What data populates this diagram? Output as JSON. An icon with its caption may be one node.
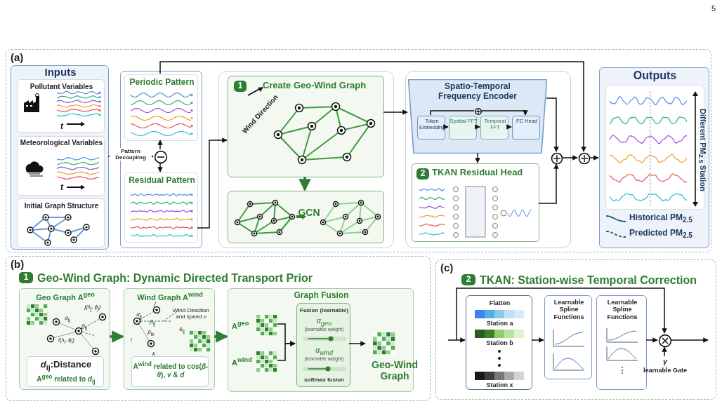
{
  "diagram": {
    "nodes": [
      {
        "text": [
          "(a)"
        ]
      },
      {
        "text": [
          "Inputs"
        ],
        "in": 0
      },
      {
        "text": [
          "Pollutant Variables",
          "t"
        ],
        "in": 1
      },
      {
        "text": [
          "Meteorological Variables",
          "t"
        ],
        "in": 1
      },
      {
        "text": [
          "Initial Graph Structure"
        ],
        "in": 1
      },
      {
        "text": [
          "Periodic Pattern"
        ],
        "in": 0
      },
      {
        "text": [],
        "shape": "circle",
        "in": 0
      },
      {
        "text": [
          "Residual Pattern"
        ],
        "in": 0
      },
      {
        "text": [
          "1",
          "Create Geo-Wind Graph"
        ],
        "in": 0
      },
      {
        "text": [
          "GCN"
        ],
        "in": 0
      },
      {
        "text": [
          "Spatio-Temporal Frequency Encoder"
        ],
        "in": 0
      },
      {
        "text": [
          "Token Embedding"
        ],
        "in": 10
      },
      {
        "text": [
          "Spatial FFT"
        ],
        "in": 10
      },
      {
        "text": [
          "Temporal FFT"
        ],
        "in": 10
      },
      {
        "text": [
          "FC Head"
        ],
        "in": 10
      },
      {
        "text": [],
        "shape": "circle",
        "in": 10
      },
      {
        "text": [
          "2",
          "TKAN Residual Head"
        ],
        "in": 0
      },
      {
        "text": [],
        "shape": "circle",
        "in": 0
      },
      {
        "text": [],
        "shape": "circle",
        "in": 0
      },
      {
        "text": [
          "Outputs",
          "Different PM$_{2.5}$ Station"
        ],
        "in": 0
      },
      {
        "text": [
          "(b)",
          "1",
          "Geo-Wind Graph: Dynamic Directed Transport Prior"
        ]
      },
      {
        "text": [
          "Geo Graph A$^{geo}$"
        ],
        "in": 20
      },
      {
        "text": [
          "*d*$_{ij}$:Distance",
          "A$^{geo}$ related to *d*$_{ij}$"
        ],
        "in": 21
      },
      {
        "text": [
          "Wind Graph A$^{wind}$"
        ],
        "in": 20
      },
      {
        "text": [
          "A$^{wind}$ related to cos(*β*-*θ*), *v* & *d*"
        ],
        "in": 23
      },
      {
        "text": [
          "Graph Fusion"
        ],
        "in": 20
      },
      {
        "text": [
          "Fusion (learnable)",
          "*α*$_{geo}$",
          "(learnable weight)",
          "*α*$_{wind}$",
          "(learnable weight)",
          "softmax fusion"
        ],
        "in": 25
      },
      {
        "text": [
          "A$^{geo}$"
        ],
        "in": 25
      },
      {
        "text": [
          "A$^{wind}$"
        ],
        "in": 25
      },
      {
        "text": [
          "Geo-Wind Graph"
        ],
        "in": 25
      },
      {
        "text": [
          "(c)",
          "2",
          "TKAN: Station-wise Temporal Correction"
        ]
      },
      {
        "text": [
          "Flatten",
          "Station a",
          "Station b",
          "Station x"
        ],
        "in": 30
      },
      {
        "text": [
          "Learnable Spline Functions"
        ],
        "in": 30
      },
      {
        "text": [
          "Learnable Spline Functions"
        ],
        "in": 30
      },
      {
        "text": [],
        "shape": "circle",
        "in": 30
      },
      {
        "text": [
          "*γ*",
          "learnable Gate"
        ],
        "in": 30
      }
    ],
    "edges": [
      {
        "from": 1,
        "to": 6,
        "arrow": "to",
        "label": "Pattern Decoupling"
      },
      {
        "from": 6,
        "to": 5,
        "arrow": "to"
      },
      {
        "from": 6,
        "to": 7,
        "arrow": "to"
      },
      {
        "from": 7,
        "to": 8,
        "arrow": "to"
      },
      {
        "from": 8,
        "to": 9,
        "arrow": "to",
        "style": "thick",
        "color": "#2e7d32"
      },
      {
        "from": 8,
        "to": 10,
        "arrow": "to"
      },
      {
        "from": 11,
        "to": 12,
        "arrow": "to"
      },
      {
        "from": 12,
        "to": 13,
        "arrow": "to"
      },
      {
        "from": 13,
        "to": 14,
        "arrow": "to"
      },
      {
        "from": 11,
        "to": 15,
        "arrow": "none"
      },
      {
        "from": 15,
        "to": 14,
        "arrow": "to"
      },
      {
        "from": 10,
        "to": 16,
        "arrow": "to"
      },
      {
        "from": 10,
        "to": 17,
        "arrow": "to"
      },
      {
        "from": 16,
        "to": 17,
        "arrow": "to"
      },
      {
        "from": 5,
        "to": 18,
        "arrow": "to"
      },
      {
        "from": 17,
        "to": 18,
        "arrow": "to"
      },
      {
        "from": 18,
        "to": 19,
        "arrow": "to"
      },
      {
        "from": 21,
        "to": 23,
        "arrow": "to",
        "style": "thick",
        "color": "#2e7d32"
      },
      {
        "from": 23,
        "to": 25,
        "arrow": "to",
        "style": "thick",
        "color": "#2e7d32"
      },
      {
        "from": 27,
        "to": 26,
        "arrow": "to"
      },
      {
        "from": 28,
        "to": 26,
        "arrow": "to"
      },
      {
        "from": 26,
        "to": 29,
        "arrow": "to"
      },
      {
        "from": null,
        "to": 31,
        "arrow": "to"
      },
      {
        "from": null,
        "to": 34,
        "arrow": "to"
      },
      {
        "from": 31,
        "to": 32,
        "arrow": "to"
      },
      {
        "from": 33,
        "to": 34,
        "arrow": "to"
      },
      {
        "from": 35,
        "to": 34,
        "arrow": "to"
      },
      {
        "from": 34,
        "to": null,
        "arrow": "to"
      }
    ],
    "labels": [
      "5",
      "Wind Direction",
      "*j*(*λ*$_{j}$, *ϕ*$_{j}$)",
      "*d*$_{ij}$",
      "*β*$_{ij}$",
      "*i*(*λ*$_{i}$, *ϕ*$_{i}$)",
      "*j*",
      "*d*$_{ij}$",
      "*β*$_{ij}$",
      "Wind Direction and speed *v*",
      "*θ*$_{ij}$",
      "*i*",
      "*β*$_{ik}$",
      "*k*"
    ],
    "legend": [
      {
        "text": "Historical PM$_{2.5}$"
      },
      {
        "text": "Predicted PM$_{2.5}$"
      }
    ]
  }
}
